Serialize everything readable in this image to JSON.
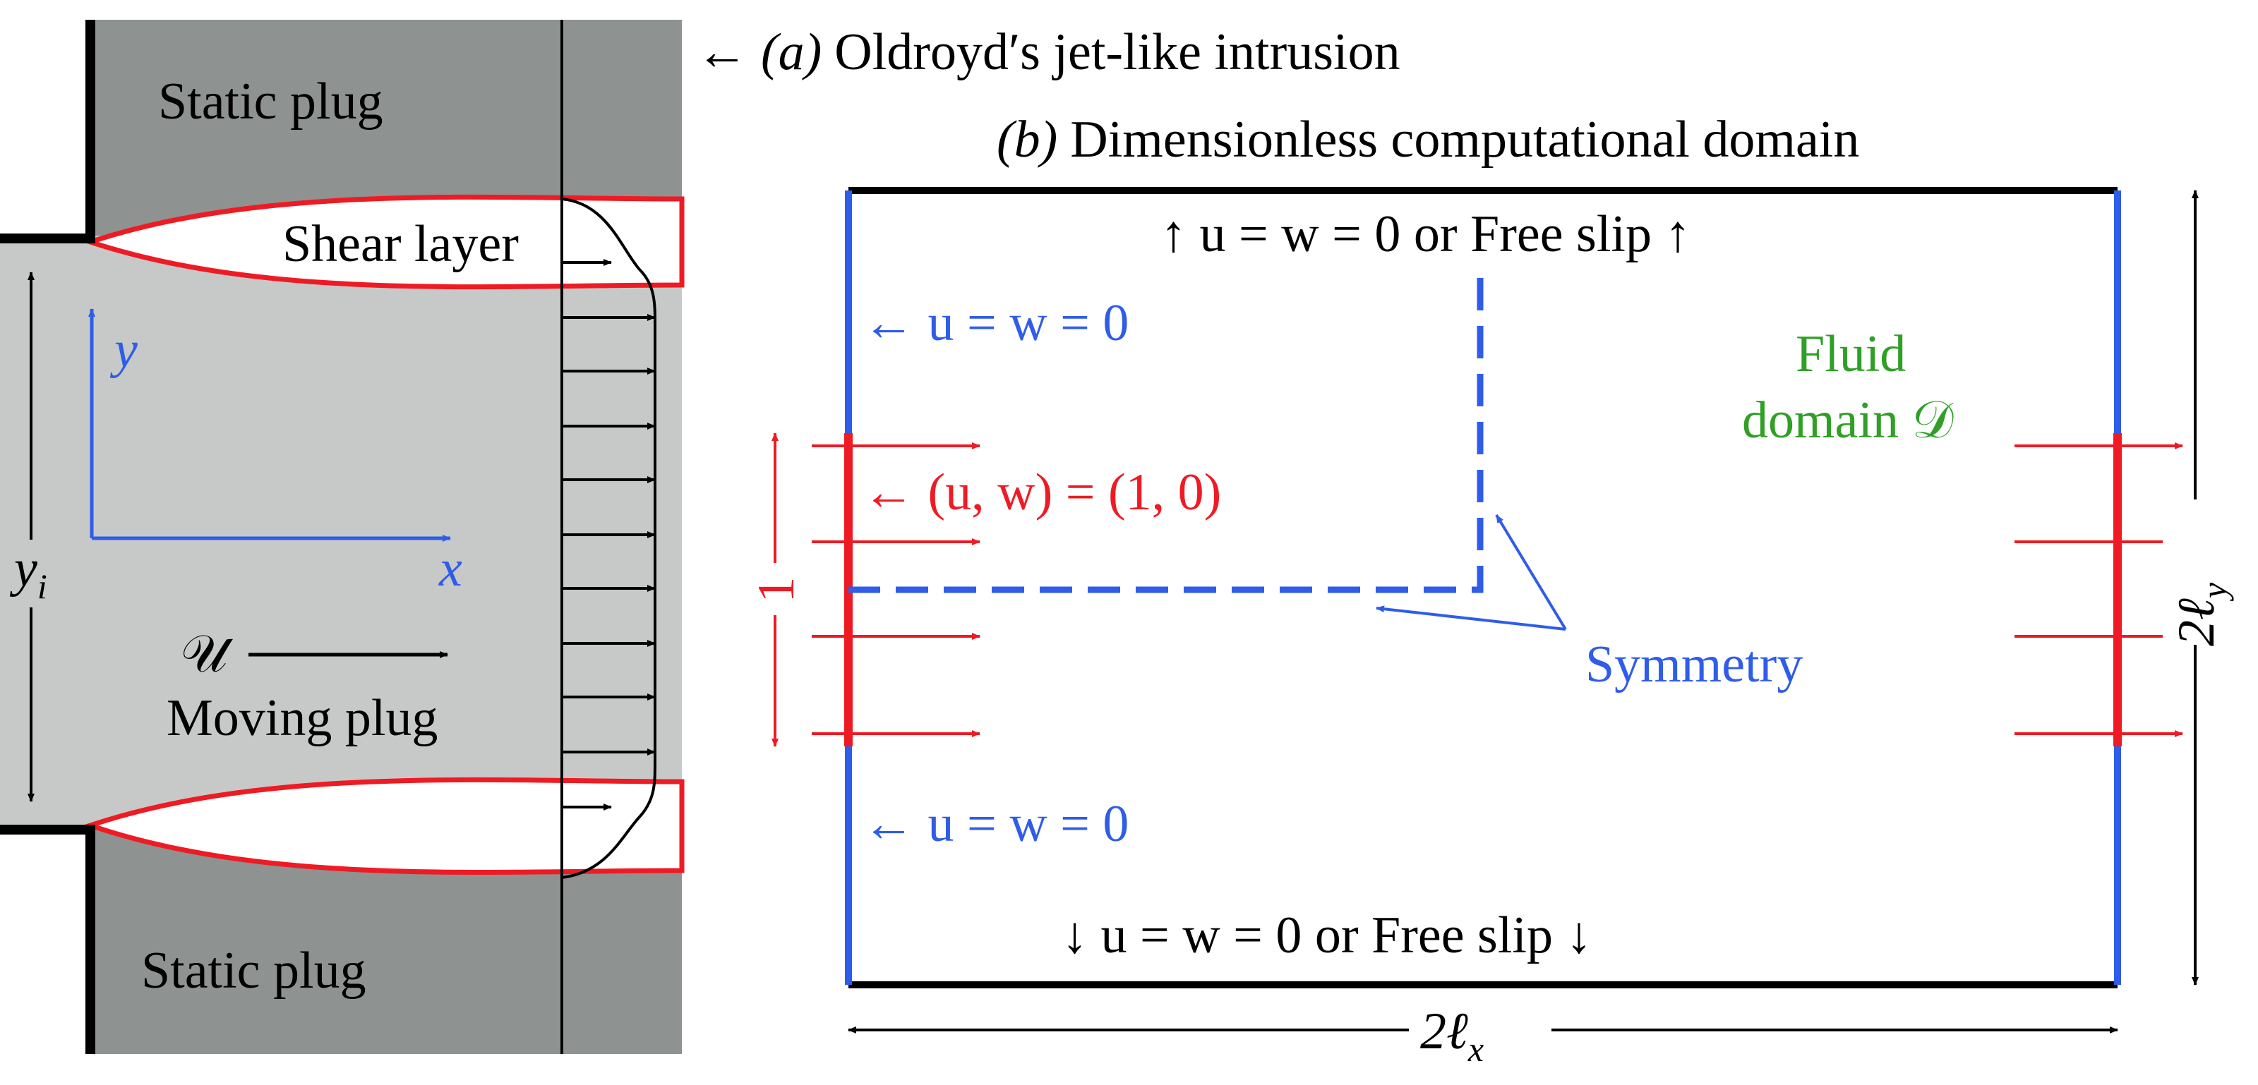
{
  "panel_a": {
    "caption_arrow": "←",
    "caption_id": "(a)",
    "caption_text": "Oldroyd′s jet-like intrusion",
    "static_plug_top": "Static plug",
    "static_plug_bottom": "Static plug",
    "shear_layer": "Shear layer",
    "moving_plug": "Moving plug",
    "velocity_symbol": "𝒰",
    "axis_x": "x",
    "axis_y": "y",
    "height_label_base": "y",
    "height_label_sub": "i"
  },
  "panel_b": {
    "title_id": "(b)",
    "title_text": "Dimensionless computational domain",
    "top_bc": "↑ u = w = 0 or Free slip ↑",
    "bottom_bc": "↓ u = w = 0 or Free slip ↓",
    "left_bc_upper": "← u = w = 0",
    "left_bc_lower": "← u = w = 0",
    "inlet_bc": "← (u, w) = (1, 0)",
    "fluid_line1": "Fluid",
    "fluid_line2": "domain 𝒟",
    "symmetry": "Symmetry",
    "inlet_width": "1",
    "width_label": "2ℓ",
    "width_sub": "x",
    "height_label": "2ℓ",
    "height_sub": "y"
  },
  "colors": {
    "wall": "#000000",
    "static_plug": "#8e9291",
    "moving_plug": "#c7c9c8",
    "boundary_blue": "#2f5de8",
    "inlet_red": "#ee1b24",
    "fluid_green": "#2fa025"
  }
}
